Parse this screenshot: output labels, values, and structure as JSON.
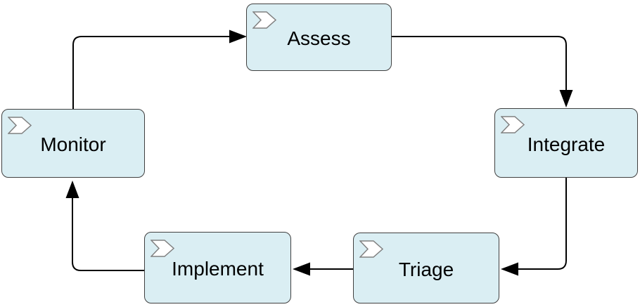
{
  "diagram": {
    "type": "cycle-flow",
    "nodes": [
      {
        "id": "assess",
        "label": "Assess",
        "icon": "chevron-arrow-icon"
      },
      {
        "id": "integrate",
        "label": "Integrate",
        "icon": "chevron-arrow-icon"
      },
      {
        "id": "triage",
        "label": "Triage",
        "icon": "chevron-arrow-icon"
      },
      {
        "id": "implement",
        "label": "Implement",
        "icon": "chevron-arrow-icon"
      },
      {
        "id": "monitor",
        "label": "Monitor",
        "icon": "chevron-arrow-icon"
      }
    ],
    "edges": [
      {
        "from": "Monitor",
        "to": "Assess"
      },
      {
        "from": "Assess",
        "to": "Integrate"
      },
      {
        "from": "Integrate",
        "to": "Triage"
      },
      {
        "from": "Triage",
        "to": "Implement"
      },
      {
        "from": "Implement",
        "to": "Monitor"
      }
    ],
    "colors": {
      "background": "#ffffff",
      "node_fill": "#daeef3",
      "node_border": "#404040",
      "connector": "#000000",
      "icon_fill": "#ffffff",
      "icon_stroke": "#808080"
    }
  }
}
